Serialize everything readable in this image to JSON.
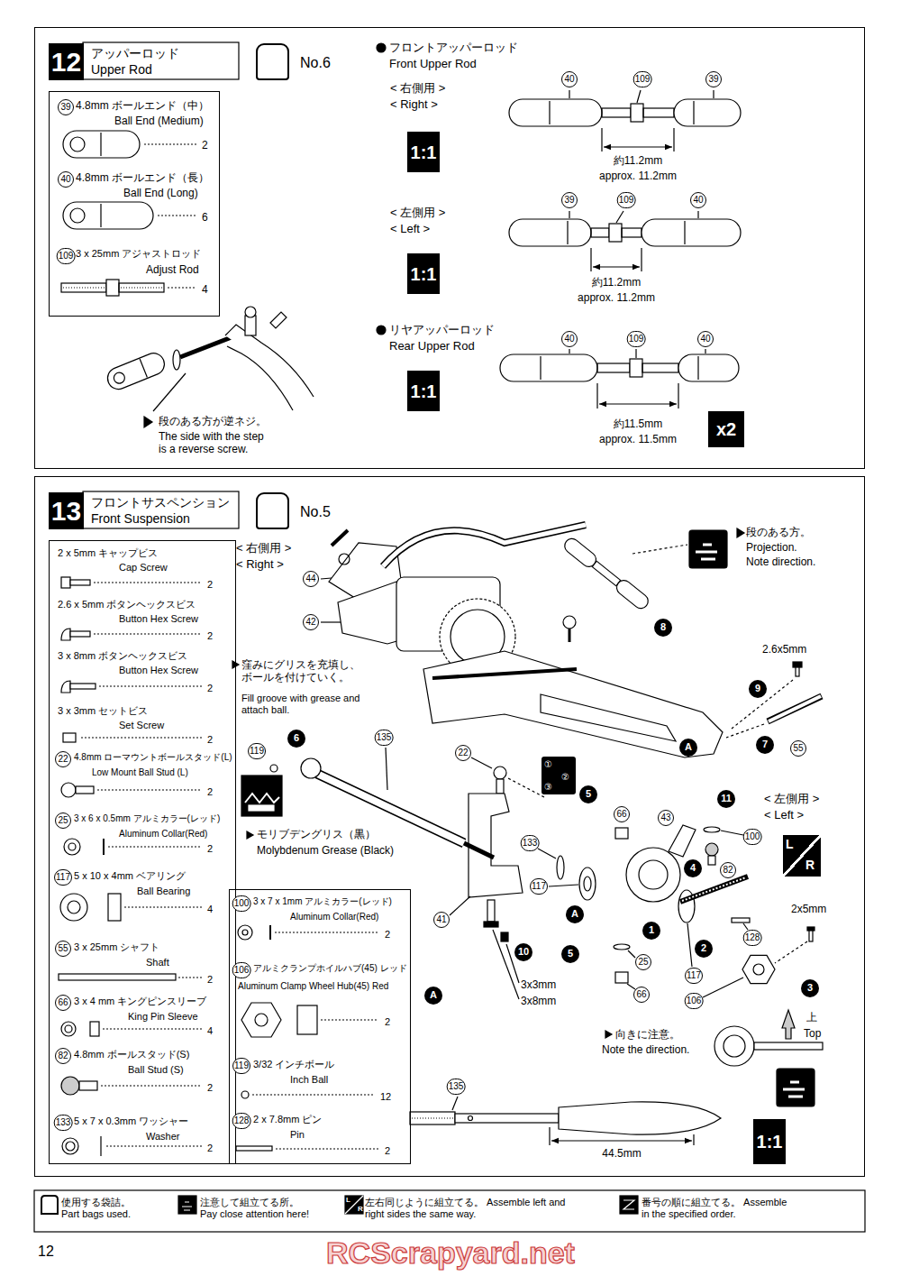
{
  "diagram": {
    "nodes": [
      {
        "text": [
          "12",
          "アッパーロッド",
          "Upper Rod"
        ]
      },
      {
        "text": [
          "39",
          "4.8mm ボールエンド（中）",
          "Ball End (Medium)",
          "2",
          "40",
          "4.8mm ボールエンド（長）",
          "Ball End (Long)",
          "6",
          "109",
          "3 x 25mm アジャストロッド",
          "Adjust Rod",
          "4"
        ],
        "in": 0
      },
      {
        "text": [
          "No.6"
        ],
        "in": 0
      },
      {
        "text": [
          "1:1"
        ],
        "in": 0
      },
      {
        "text": [
          "1:1"
        ],
        "in": 0
      },
      {
        "text": [
          "1:1"
        ],
        "in": 0
      },
      {
        "text": [
          "x2"
        ],
        "in": 0
      },
      {
        "text": [
          "13",
          "フロントサスペンション",
          "Front Suspension"
        ]
      },
      {
        "text": [
          "No.5"
        ],
        "in": 7
      },
      {
        "text": [
          "2 x 5mm キャップビス",
          "Cap Screw",
          "2",
          "2.6 x 5mm ボタンヘックスビス",
          "Button Hex Screw",
          "2",
          "3 x 8mm ボタンヘックスビス",
          "Button Hex Screw",
          "2",
          "3 x 3mm セットビス",
          "Set Screw",
          "2",
          "22",
          "4.8mm ローマウントボールスタッド(L)",
          "Low Mount Ball Stud (L)",
          "2",
          "25",
          "3 x 6 x 0.5mm アルミカラー(レッド)",
          "Aluminum Collar(Red)",
          "2",
          "117",
          "5 x 10 x 4mm ベアリング",
          "Ball Bearing",
          "4",
          "55",
          "3 x 25mm シャフト",
          "Shaft",
          "2",
          "66",
          "3 x 4 mm キングピンスリーブ",
          "King Pin Sleeve",
          "4",
          "82",
          "4.8mm ボールスタッド(S)",
          "Ball Stud (S)",
          "2",
          "133",
          "5 x 7 x 0.3mm ワッシャー",
          "Washer",
          "2"
        ],
        "in": 7
      },
      {
        "text": [
          "100",
          "3 x 7 x 1mm アルミカラー(レッド)",
          "Aluminum Collar(Red)",
          "2",
          "106",
          "アルミクランプホイルハブ(45) レッド",
          "Aluminum Clamp Wheel Hub(45) Red",
          "2",
          "119",
          "3/32 インチボール",
          "Inch Ball",
          "12",
          "128",
          "2 x 7.8mm ピン",
          "Pin",
          "2"
        ],
        "in": 7
      },
      {
        "text": [
          "8"
        ],
        "in": 7
      },
      {
        "text": [
          "9"
        ],
        "in": 7
      },
      {
        "text": [
          "6"
        ],
        "in": 7
      },
      {
        "text": [
          "7"
        ],
        "in": 7
      },
      {
        "text": [
          "11"
        ],
        "in": 7
      },
      {
        "text": [
          "5"
        ],
        "in": 7
      },
      {
        "text": [
          "4"
        ],
        "in": 7
      },
      {
        "text": [
          "1"
        ],
        "in": 7
      },
      {
        "text": [
          "2"
        ],
        "in": 7
      },
      {
        "text": [
          "10"
        ],
        "in": 7
      },
      {
        "text": [
          "5"
        ],
        "in": 7
      },
      {
        "text": [
          "3"
        ],
        "in": 7
      },
      {
        "text": [
          "A"
        ],
        "in": 7
      },
      {
        "text": [
          "A"
        ],
        "in": 7
      },
      {
        "text": [
          "A"
        ],
        "in": 7
      },
      {
        "text": [
          "L",
          "R"
        ],
        "in": 7
      },
      {
        "text": [
          "1:1"
        ],
        "in": 7
      },
      {
        "text": [
          "①",
          "②",
          "③"
        ],
        "in": 7
      }
    ],
    "labels": [
      "フロントアッパーロッド",
      "Front Upper Rod",
      "< 右側用 >",
      "< Right >",
      "40",
      "109",
      "39",
      "約11.2mm",
      "approx. 11.2mm",
      "< 左側用 >",
      "< Left >",
      "39",
      "109",
      "40",
      "約11.2mm",
      "approx. 11.2mm",
      "リヤアッパーロッド",
      "Rear Upper Rod",
      "40",
      "109",
      "40",
      "約11.5mm",
      "approx. 11.5mm",
      "段のある方が逆ネジ。",
      "The side with the step is a reverse screw.",
      "< 右側用 >",
      "< Right >",
      "44",
      "42",
      "段のある方。",
      "Projection.",
      "Note direction.",
      "2.6x5mm",
      "窪みにグリスを充填し、ボールを付けていく。",
      "Fill groove with grease and attach ball.",
      "119",
      "135",
      "22",
      "55",
      "< 左側用 >",
      "< Left >",
      "66",
      "43",
      "100",
      "モリブデングリス（黒）",
      "Molybdenum Grease (Black)",
      "133",
      "82",
      "117",
      "2x5mm",
      "41",
      "128",
      "25",
      "117",
      "3x3mm",
      "66",
      "3x8mm",
      "106",
      "上",
      "向きに注意。",
      "Top",
      "Note the direction.",
      "135",
      "44.5mm",
      "L",
      "R",
      "12",
      "RCScrapyard.net"
    ],
    "legend": [
      {
        "text": "使用する袋詰。 Part bags used."
      },
      {
        "text": "注意して組立てる所。 Pay close attention here!"
      },
      {
        "text": "左右同じように組立てる。 Assemble left and right sides the same way."
      },
      {
        "text": "番号の順に組立てる。 Assemble in the specified order."
      }
    ]
  }
}
